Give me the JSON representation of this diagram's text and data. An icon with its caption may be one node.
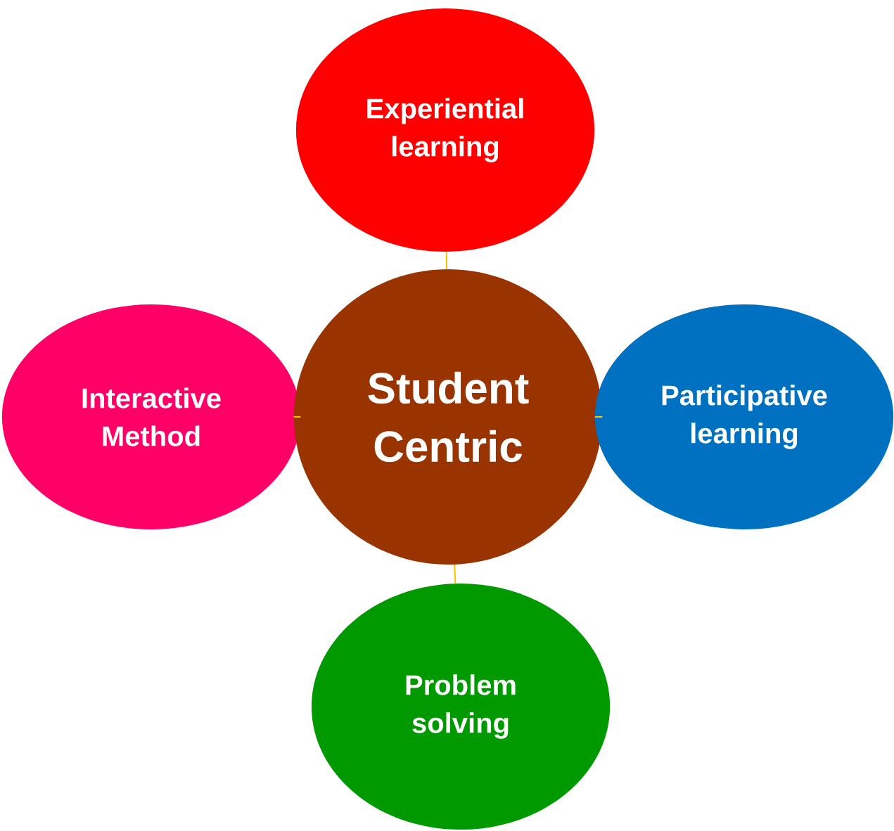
{
  "diagram": {
    "nodes": [
      {
        "text": [
          "Experiential learning"
        ]
      },
      {
        "text": [
          "Interactive Method"
        ]
      },
      {
        "text": [
          "Student Centric"
        ]
      },
      {
        "text": [
          "Participative learning"
        ]
      },
      {
        "text": [
          "Problem solving"
        ]
      }
    ],
    "edges": [
      {
        "from": 2,
        "to": 0,
        "arrow": "none"
      },
      {
        "from": 2,
        "to": 1,
        "arrow": "none"
      },
      {
        "from": 2,
        "to": 3,
        "arrow": "none"
      },
      {
        "from": 2,
        "to": 4,
        "arrow": "none"
      }
    ]
  }
}
